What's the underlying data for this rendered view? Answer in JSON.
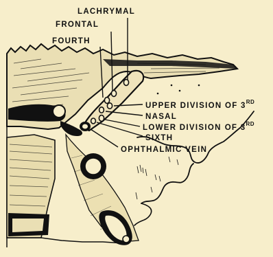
{
  "labels": {
    "lachrymal": "LACHRYMAL",
    "frontal": "FRONTAL",
    "fourth": "FOURTH",
    "upper_division": "UPPER DIVISION OF 3",
    "upper_division_sup": "RD",
    "nasal": "NASAL",
    "lower_division": "LOWER DIVISION",
    "lower_division_of": "OF 3",
    "lower_division_sup": "RD",
    "sixth": "SIXTH",
    "ophthalmic_vein": "OPHTHALMIC VEIN"
  },
  "colors": {
    "paper": "#f7eecb",
    "ink": "#111111",
    "shade": "#e9dcae"
  }
}
